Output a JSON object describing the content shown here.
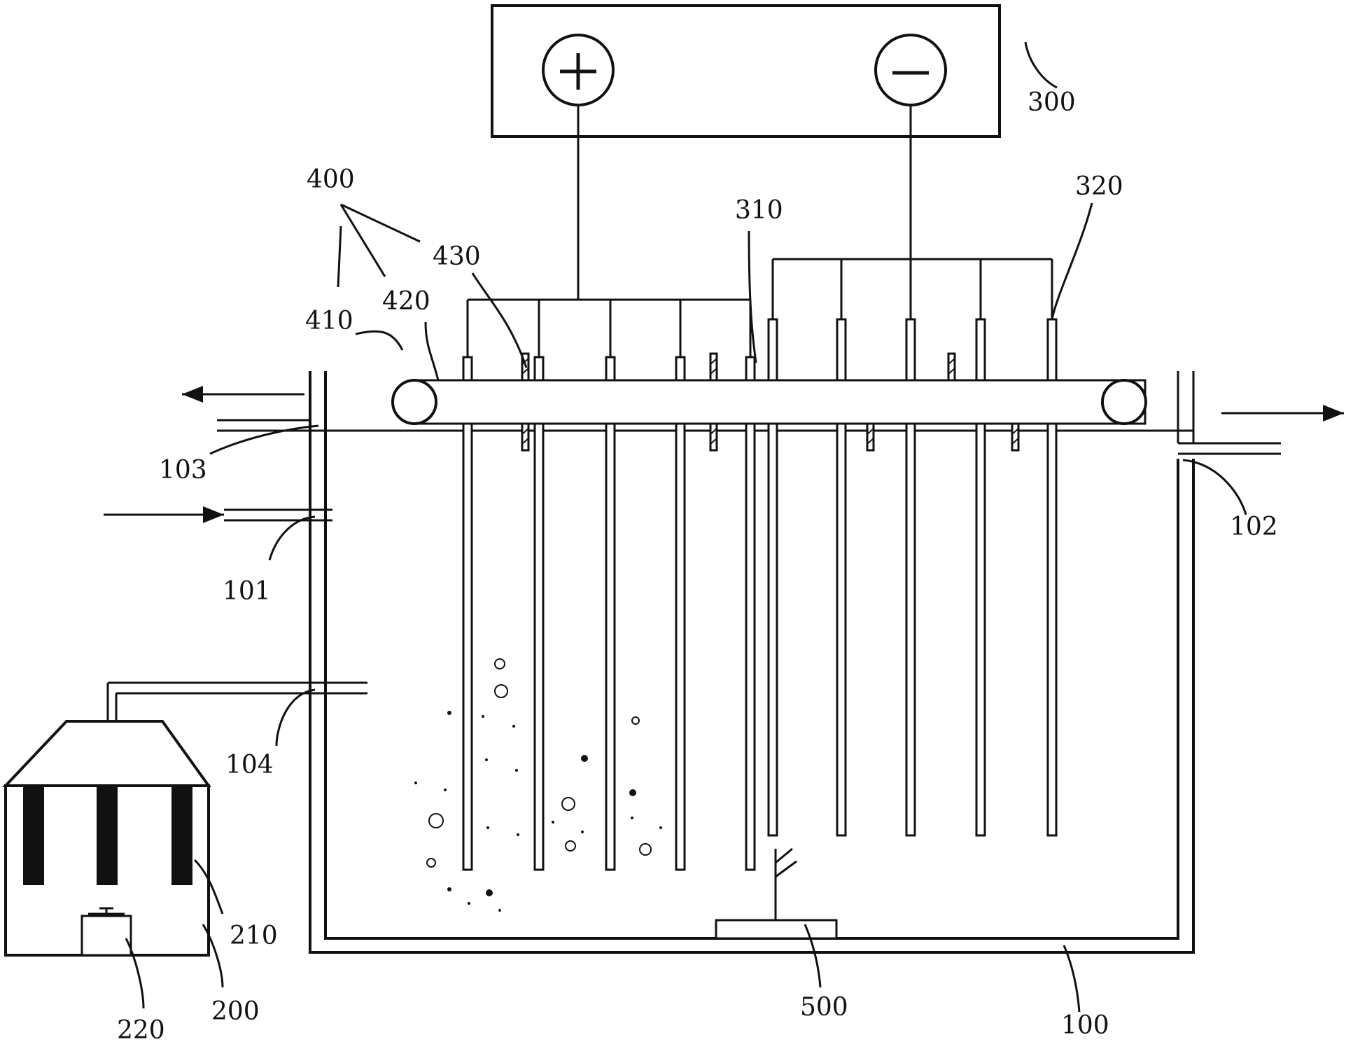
{
  "labels": {
    "tank": "100",
    "inlet": "101",
    "outlet_right": "102",
    "outlet_left": "103",
    "gas_port": "104",
    "treatment_unit": "200",
    "unit_electrodes": "210",
    "unit_base": "220",
    "power_supply": "300",
    "anode": "310",
    "cathode": "320",
    "conveyor": "400",
    "roller": "410",
    "belt": "420",
    "scraper": "430",
    "bottom_device": "500"
  },
  "icons": {
    "positive_terminal": "plus-icon",
    "negative_terminal": "minus-icon",
    "flow_arrow": "arrow-icon"
  },
  "colors": {
    "line": "#111111",
    "fill": "#ffffff"
  }
}
